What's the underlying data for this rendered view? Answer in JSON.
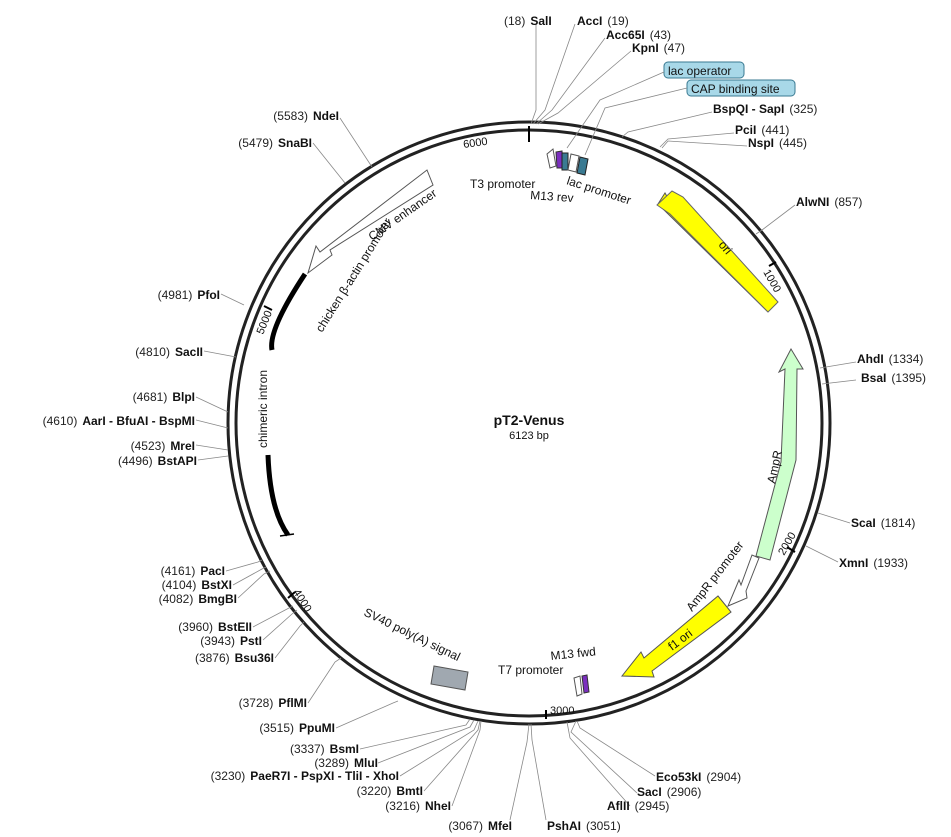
{
  "plasmid": {
    "name": "pT2-Venus",
    "size_label": "6123 bp",
    "length": 6123
  },
  "ticks": [
    "1000",
    "2000",
    "3000",
    "4000",
    "5000",
    "6000"
  ],
  "features": [
    {
      "id": "ori",
      "label": "ori",
      "color": "#ffff00"
    },
    {
      "id": "ampr",
      "label": "AmpR",
      "color": "#ccffcc"
    },
    {
      "id": "amprprom",
      "label": "AmpR promoter",
      "color": "#ffffff"
    },
    {
      "id": "f1ori",
      "label": "f1 ori",
      "color": "#ffff00"
    },
    {
      "id": "sv40",
      "label": "SV40 poly(A) signal",
      "color": "#a0a8b0"
    },
    {
      "id": "chimint",
      "label": "chimeric intron",
      "color": "#000000"
    },
    {
      "id": "cmvenh",
      "label": "CMV enhancer",
      "color": "#ffffff"
    },
    {
      "id": "chba",
      "label": "chicken β-actin promoter",
      "color": "#ffffff"
    },
    {
      "id": "t3",
      "label": "T3 promoter",
      "color": "#ffffff"
    },
    {
      "id": "m13rev",
      "label": "M13 rev",
      "color": "#7b2fbf"
    },
    {
      "id": "lacprom",
      "label": "lac promoter",
      "color": "#ffffff"
    },
    {
      "id": "t7",
      "label": "T7 promoter",
      "color": "#ffffff"
    },
    {
      "id": "m13fwd",
      "label": "M13 fwd",
      "color": "#7b2fbf"
    }
  ],
  "tags": [
    {
      "label": "lac operator"
    },
    {
      "label": "CAP binding site"
    }
  ],
  "sites": [
    {
      "enzyme": "SalI",
      "pos": "(18)"
    },
    {
      "enzyme": "AccI",
      "pos": "(19)"
    },
    {
      "enzyme": "Acc65I",
      "pos": "(43)"
    },
    {
      "enzyme": "KpnI",
      "pos": "(47)"
    },
    {
      "enzyme": "BspQI - SapI",
      "pos": "(325)"
    },
    {
      "enzyme": "PciI",
      "pos": "(441)"
    },
    {
      "enzyme": "NspI",
      "pos": "(445)"
    },
    {
      "enzyme": "AlwNI",
      "pos": "(857)"
    },
    {
      "enzyme": "AhdI",
      "pos": "(1334)"
    },
    {
      "enzyme": "BsaI",
      "pos": "(1395)"
    },
    {
      "enzyme": "ScaI",
      "pos": "(1814)"
    },
    {
      "enzyme": "XmnI",
      "pos": "(1933)"
    },
    {
      "enzyme": "Eco53kI",
      "pos": "(2904)"
    },
    {
      "enzyme": "SacI",
      "pos": "(2906)"
    },
    {
      "enzyme": "AflII",
      "pos": "(2945)"
    },
    {
      "enzyme": "PshAI",
      "pos": "(3051)"
    },
    {
      "enzyme": "MfeI",
      "pos": "(3067)"
    },
    {
      "enzyme": "NheI",
      "pos": "(3216)"
    },
    {
      "enzyme": "BmtI",
      "pos": "(3220)"
    },
    {
      "enzyme": "PaeR7I - PspXI - TliI - XhoI",
      "pos": "(3230)"
    },
    {
      "enzyme": "MluI",
      "pos": "(3289)"
    },
    {
      "enzyme": "BsmI",
      "pos": "(3337)"
    },
    {
      "enzyme": "PpuMI",
      "pos": "(3515)"
    },
    {
      "enzyme": "PflMI",
      "pos": "(3728)"
    },
    {
      "enzyme": "Bsu36I",
      "pos": "(3876)"
    },
    {
      "enzyme": "PstI",
      "pos": "(3943)"
    },
    {
      "enzyme": "BstEII",
      "pos": "(3960)"
    },
    {
      "enzyme": "BmgBI",
      "pos": "(4082)"
    },
    {
      "enzyme": "BstXI",
      "pos": "(4104)"
    },
    {
      "enzyme": "PacI",
      "pos": "(4161)"
    },
    {
      "enzyme": "BstAPI",
      "pos": "(4496)"
    },
    {
      "enzyme": "MreI",
      "pos": "(4523)"
    },
    {
      "enzyme": "AarI - BfuAI - BspMI",
      "pos": "(4610)"
    },
    {
      "enzyme": "BlpI",
      "pos": "(4681)"
    },
    {
      "enzyme": "SacII",
      "pos": "(4810)"
    },
    {
      "enzyme": "PfoI",
      "pos": "(4981)"
    },
    {
      "enzyme": "SnaBI",
      "pos": "(5479)"
    },
    {
      "enzyme": "NdeI",
      "pos": "(5583)"
    }
  ]
}
